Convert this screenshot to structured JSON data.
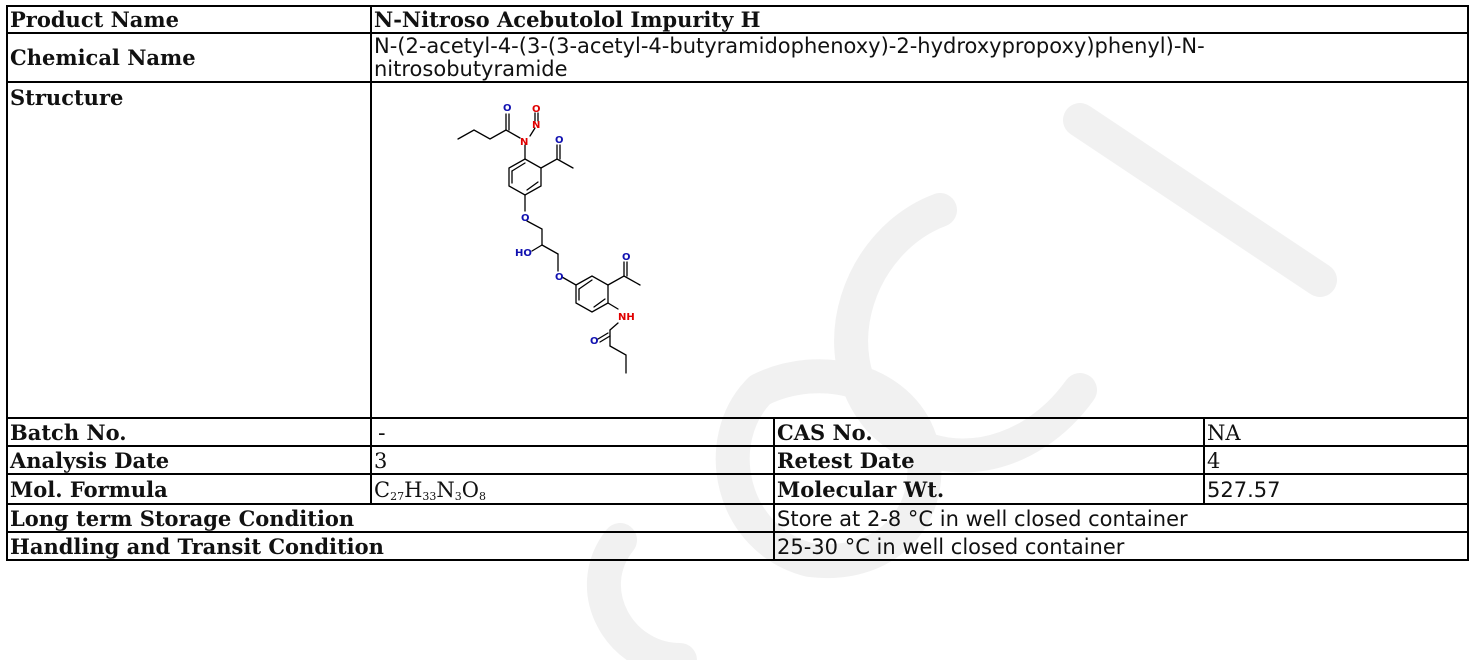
{
  "product_name": {
    "label": "Product Name",
    "value": "N-Nitroso Acebutolol Impurity H"
  },
  "chemical_name": {
    "label": "Chemical Name",
    "value": "N-(2-acetyl-4-(3-(3-acetyl-4-butyramidophenoxy)-2-hydroxypropoxy)phenyl)-N-nitrosobutyramide"
  },
  "structure": {
    "label": "Structure",
    "atoms": {
      "o": "O",
      "n": "N",
      "ho": "HO",
      "nh": "NH"
    }
  },
  "batch": {
    "label": "Batch No.",
    "value": "-"
  },
  "cas": {
    "label": "CAS No.",
    "value": "NA"
  },
  "analysis_date": {
    "label": "Analysis Date",
    "value": "3"
  },
  "retest_date": {
    "label": "Retest Date",
    "value": "4"
  },
  "mol_formula": {
    "label": "Mol. Formula",
    "c": "C",
    "c_n": "27",
    "h": "H",
    "h_n": "33",
    "n": "N",
    "n_n": "3",
    "o": "O",
    "o_n": "8"
  },
  "mol_wt": {
    "label": "Molecular Wt.",
    "value": "527.57"
  },
  "storage": {
    "label": "Long term Storage Condition",
    "value": "Store at 2-8 °C in well closed container"
  },
  "handling": {
    "label": "Handling and Transit Condition",
    "value": "25-30 °C in well closed container"
  },
  "colors": {
    "oxygen": "#1010b0",
    "nitrogen": "#e00000",
    "bond": "#000000",
    "border": "#000000",
    "watermark": "#f2f2f2"
  }
}
